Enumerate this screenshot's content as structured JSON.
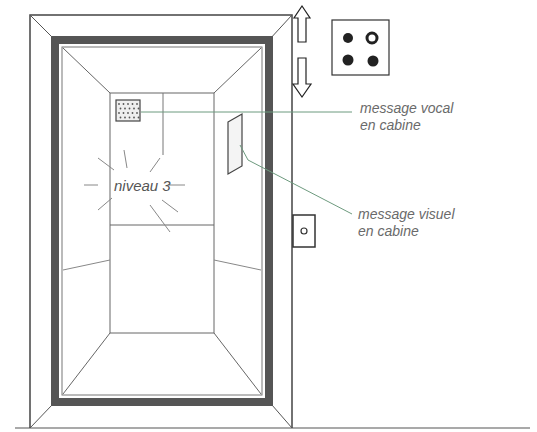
{
  "diagram": {
    "labels": [
      "niveau 3",
      "message vocal en cabine",
      "message visuel en cabine"
    ]
  }
}
